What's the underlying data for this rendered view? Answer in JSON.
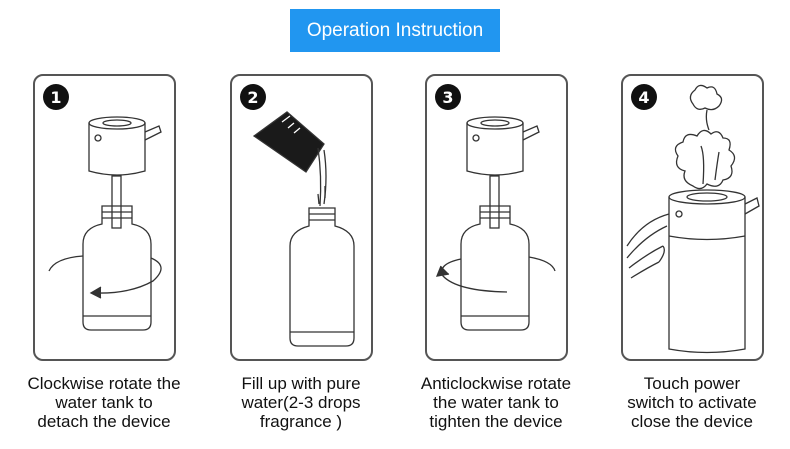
{
  "header": {
    "title": "Operation Instruction",
    "color": "#2196f0"
  },
  "steps": [
    {
      "number": "1",
      "icon": "rotate-clockwise-icon",
      "caption": [
        "Clockwise rotate the",
        "water tank to",
        "detach the device"
      ]
    },
    {
      "number": "2",
      "icon": "pour-fragrance-icon",
      "caption": [
        "Fill up with pure",
        "water(2-3 drops",
        "fragrance )"
      ]
    },
    {
      "number": "3",
      "icon": "rotate-anticlockwise-icon",
      "caption": [
        "Anticlockwise rotate",
        "the water tank to",
        "tighten the device"
      ]
    },
    {
      "number": "4",
      "icon": "touch-power-icon",
      "caption": [
        "Touch power",
        "switch to activate",
        "close the device"
      ]
    }
  ]
}
